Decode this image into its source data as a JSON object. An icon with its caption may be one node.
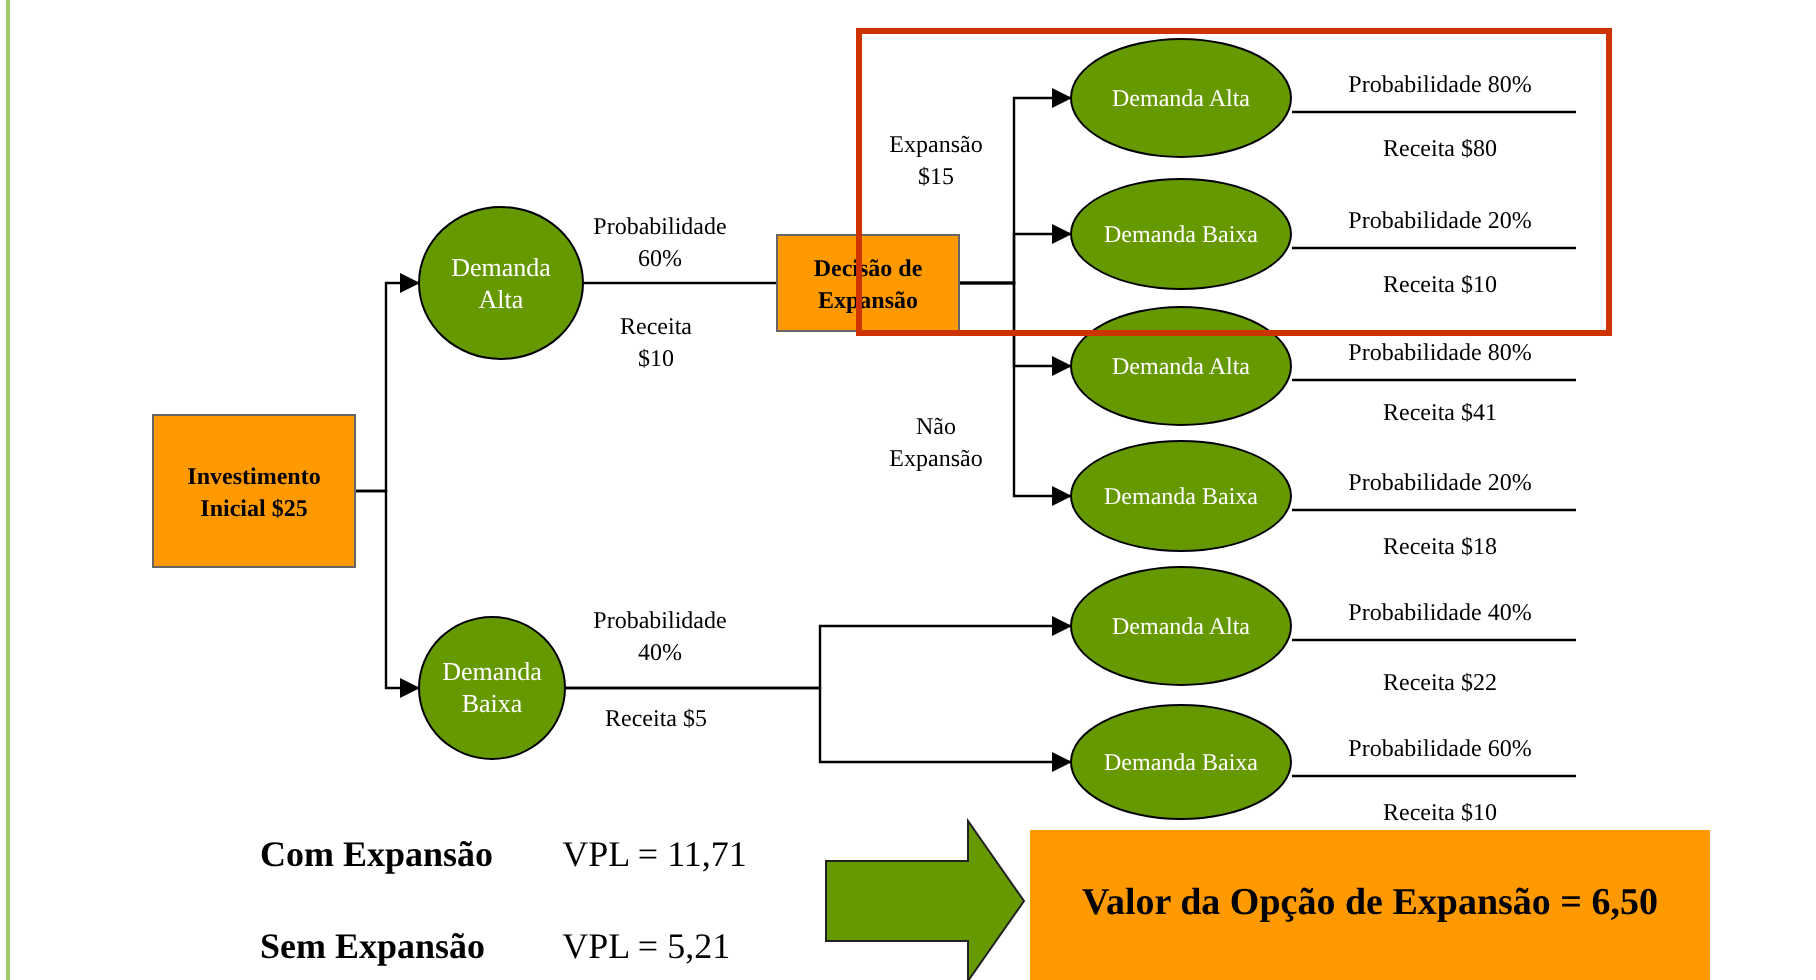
{
  "diagram": {
    "nodes": [
      {
        "text": [
          "Investimento Inicial $25"
        ]
      },
      {
        "text": [
          "Demanda Alta"
        ]
      },
      {
        "text": [
          "Demanda Baixa"
        ]
      },
      {
        "text": [
          "Decisão de Expansão"
        ]
      },
      {
        "text": [
          "Demanda Alta"
        ]
      },
      {
        "text": [
          "Demanda Baixa"
        ]
      },
      {
        "text": [
          "Demanda Alta"
        ]
      },
      {
        "text": [
          "Demanda Baixa"
        ]
      },
      {
        "text": [
          "Demanda Alta"
        ]
      },
      {
        "text": [
          "Demanda Baixa"
        ]
      },
      {
        "text": [
          "Com Expansão",
          "VPL = 11,71",
          "Sem Expansão",
          "VPL = 5,21"
        ]
      },
      {
        "text": [
          "Valor da Opção de Expansão = 6,50"
        ]
      }
    ],
    "edges": [
      {
        "from": 0,
        "to": 1,
        "arrow": "to"
      },
      {
        "from": 0,
        "to": 2,
        "arrow": "to"
      },
      {
        "from": 1,
        "to": 3,
        "arrow": "none",
        "label": "Probabilidade 60%"
      },
      {
        "from": 3,
        "to": 4,
        "arrow": "to"
      },
      {
        "from": 3,
        "to": 5,
        "arrow": "to"
      },
      {
        "from": 3,
        "to": 6,
        "arrow": "to"
      },
      {
        "from": 3,
        "to": 7,
        "arrow": "to"
      },
      {
        "from": 2,
        "to": 8,
        "arrow": "to",
        "label": "Probabilidade 40%"
      },
      {
        "from": 2,
        "to": 9,
        "arrow": "to"
      },
      {
        "from": 4,
        "to": null,
        "arrow": "none",
        "label": "Probabilidade 80%"
      },
      {
        "from": 5,
        "to": null,
        "arrow": "none",
        "label": "Probabilidade 20%"
      },
      {
        "from": 6,
        "to": null,
        "arrow": "none",
        "label": "Probabilidade 80%"
      },
      {
        "from": 7,
        "to": null,
        "arrow": "none",
        "label": "Probabilidade 20%"
      },
      {
        "from": 8,
        "to": null,
        "arrow": "none",
        "label": "Probabilidade 40%"
      },
      {
        "from": 9,
        "to": null,
        "arrow": "none",
        "label": "Probabilidade 60%"
      },
      {
        "from": 10,
        "to": 11,
        "arrow": "to",
        "style": "thick",
        "color": "#669900"
      }
    ],
    "labels": [
      "Expansão $15",
      "Receita $80",
      "Receita $10",
      "Receita $10",
      "Não Expansão",
      "Receita $41",
      "Receita $18",
      "Receita $22",
      "Receita $5",
      "Receita $10"
    ]
  }
}
